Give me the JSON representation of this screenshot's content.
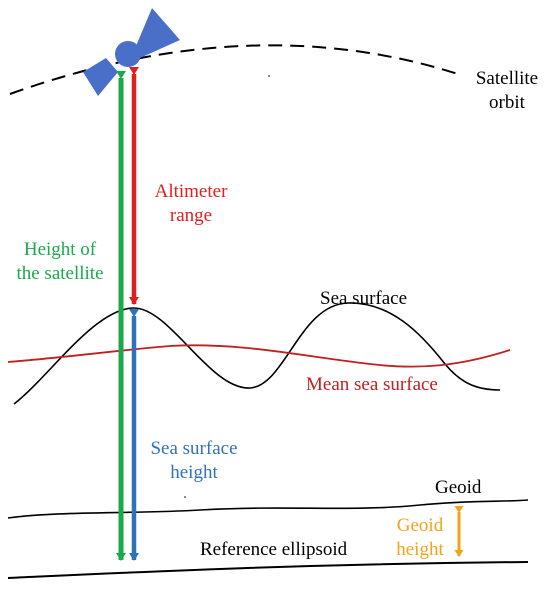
{
  "labels": {
    "satellite_orbit": [
      "Satellite",
      "orbit"
    ],
    "altimeter_range": [
      "Altimeter",
      "range"
    ],
    "height_of_satellite": [
      "Height of",
      "the satellite"
    ],
    "sea_surface": "Sea surface",
    "mean_sea_surface": "Mean sea surface",
    "sea_surface_height": [
      "Sea surface",
      "height"
    ],
    "geoid": "Geoid",
    "geoid_height": [
      "Geoid",
      "height"
    ],
    "reference_ellipsoid": "Reference ellipsoid"
  },
  "colors": {
    "green": "#1aaa4a",
    "red": "#e01f1f",
    "blue": "#2f72b8",
    "orange": "#f5a21b",
    "dark_red": "#c0201f",
    "satellite": "#4a6fc8",
    "black": "#000000"
  }
}
